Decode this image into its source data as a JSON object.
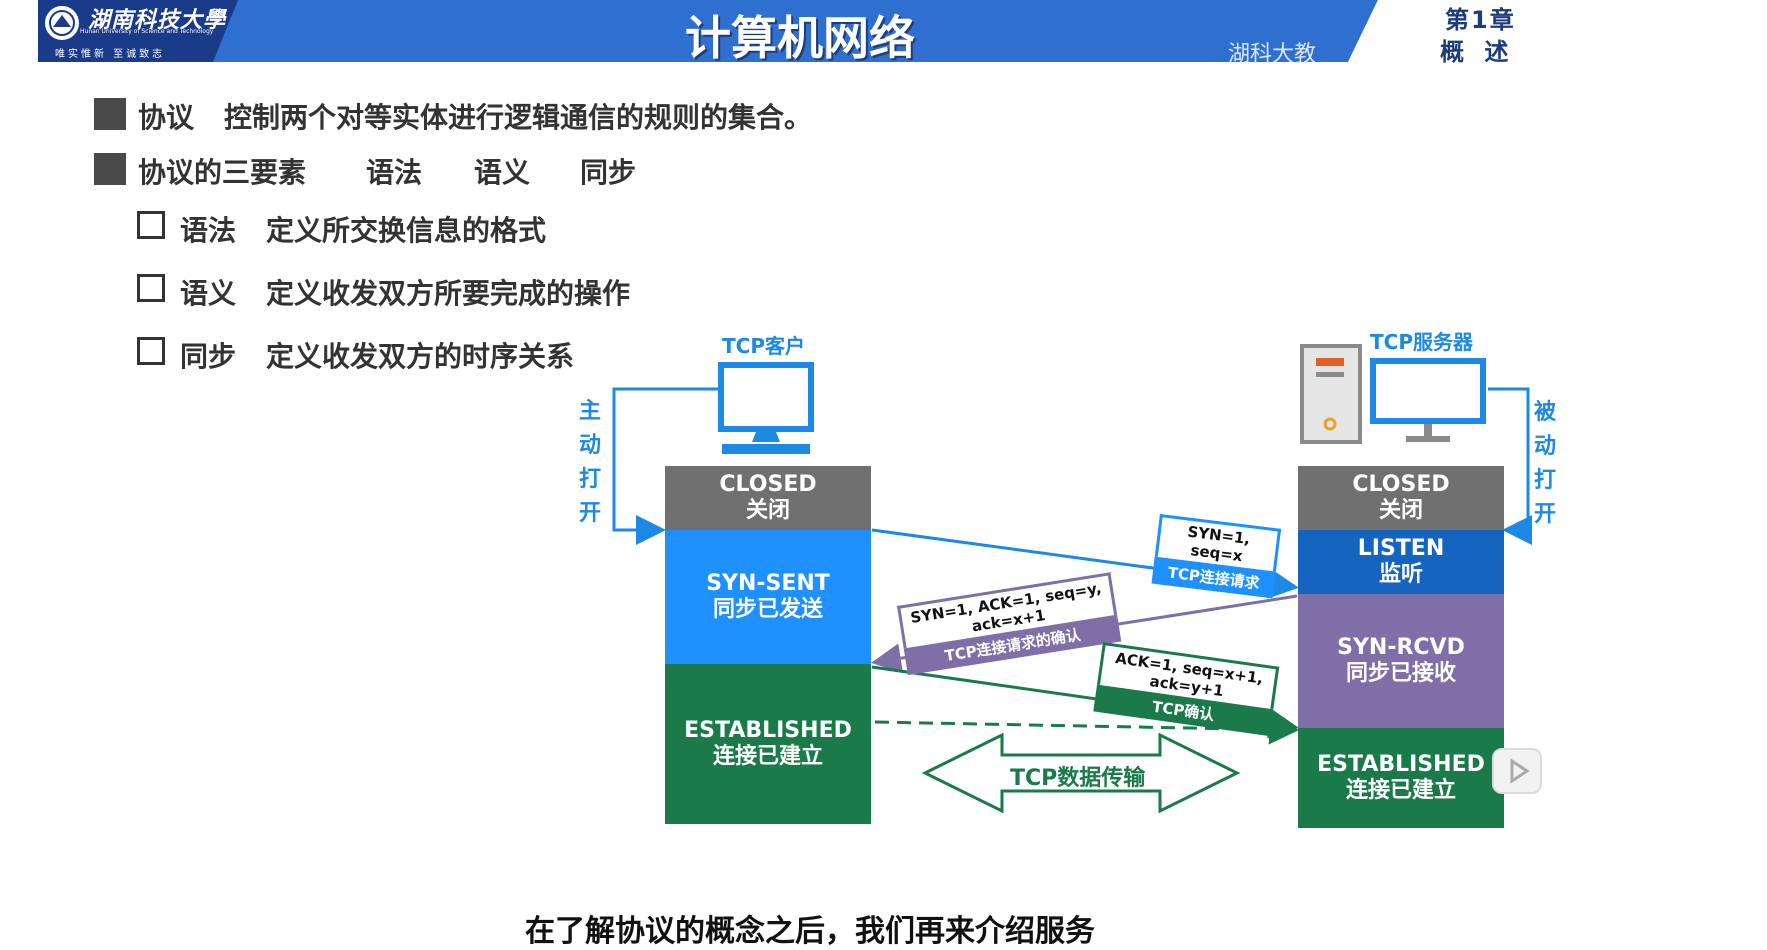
{
  "header": {
    "university_name": "湖南科技大學",
    "university_en": "Hunan University of Science and Technology",
    "motto": "唯实惟新 至诚致志",
    "course_title": "计算机网络",
    "channel": "湖科大教",
    "chapter": "第1章",
    "chapter_sub": "概 述"
  },
  "bullets": [
    {
      "term": "协议",
      "desc": "控制两个对等实体进行逻辑通信的规则的集合。"
    },
    {
      "term": "协议的三要素",
      "e1": "语法",
      "e2": "语义",
      "e3": "同步"
    }
  ],
  "sub_bullets": [
    {
      "term": "语法",
      "desc": "定义所交换信息的格式"
    },
    {
      "term": "语义",
      "desc": "定义收发双方所要完成的操作"
    },
    {
      "term": "同步",
      "desc": "定义收发双方的时序关系"
    }
  ],
  "diagram": {
    "client_label": "TCP客户",
    "server_label": "TCP服务器",
    "active_open": [
      "主",
      "动",
      "打",
      "开"
    ],
    "passive_open": [
      "被",
      "动",
      "打",
      "开"
    ],
    "client_states": [
      {
        "en": "CLOSED",
        "zh": "关闭",
        "color": "#707070"
      },
      {
        "en": "SYN-SENT",
        "zh": "同步已发送",
        "color": "#1e90ff"
      },
      {
        "en": "ESTABLISHED",
        "zh": "连接已建立",
        "color": "#1b7a4a"
      }
    ],
    "server_states": [
      {
        "en": "CLOSED",
        "zh": "关闭",
        "color": "#707070"
      },
      {
        "en": "LISTEN",
        "zh": "监听",
        "color": "#1565c0"
      },
      {
        "en": "SYN-RCVD",
        "zh": "同步已接收",
        "color": "#7e6fa8"
      },
      {
        "en": "ESTABLISHED",
        "zh": "连接已建立",
        "color": "#1b7a4a"
      }
    ],
    "messages": [
      {
        "fields": "SYN=1, seq=x",
        "desc": "TCP连接请求"
      },
      {
        "fields": "SYN=1, ACK=1, seq=y, ack=x+1",
        "desc": "TCP连接请求的确认"
      },
      {
        "fields": "ACK=1, seq=x+1, ack=y+1",
        "desc": "TCP确认"
      }
    ],
    "data_transfer": "TCP数据传输"
  },
  "colors": {
    "header_blue": "#2f6fd0",
    "client_blue": "#1e88e5",
    "syn_msg_bg": "#1e90ff",
    "synack_msg_bg": "#7e6fa8",
    "ack_msg_bg": "#1b7a4a"
  },
  "video_subtitle": "在了解协议的概念之后，我们再来介绍服务"
}
